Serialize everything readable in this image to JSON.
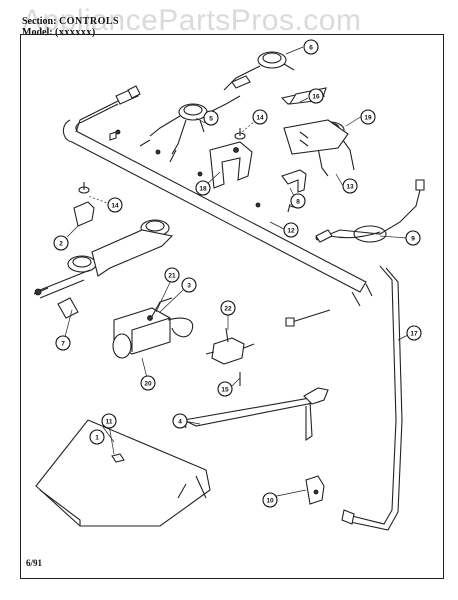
{
  "header": {
    "section_label": "Section:",
    "section_value": "CONTROLS",
    "model_label": "Model:",
    "model_value": "(xxxxxx)"
  },
  "watermark": "AppliancePartsPros.com",
  "footer": {
    "date": "6/91"
  },
  "callouts": [
    "1",
    "2",
    "3",
    "4",
    "5",
    "6",
    "7",
    "8",
    "9",
    "10",
    "11",
    "12",
    "13",
    "14",
    "14",
    "15",
    "16",
    "17",
    "18",
    "19",
    "20",
    "21",
    "22"
  ]
}
